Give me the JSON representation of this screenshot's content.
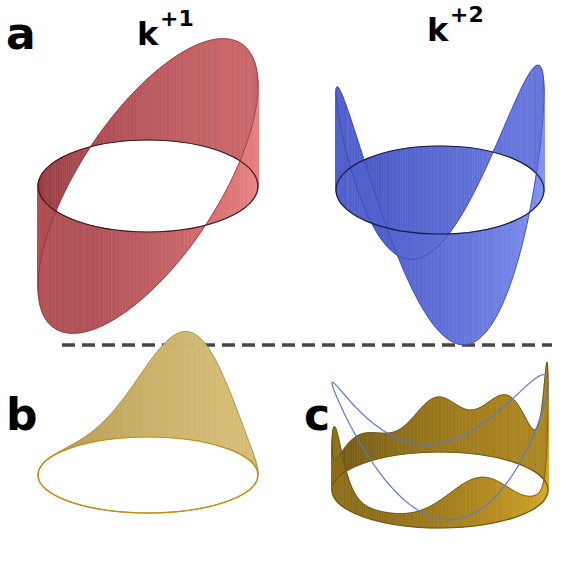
{
  "diagram": {
    "labels": [
      "a",
      "k",
      "+1",
      "k",
      "+2",
      "b",
      "c"
    ]
  }
}
